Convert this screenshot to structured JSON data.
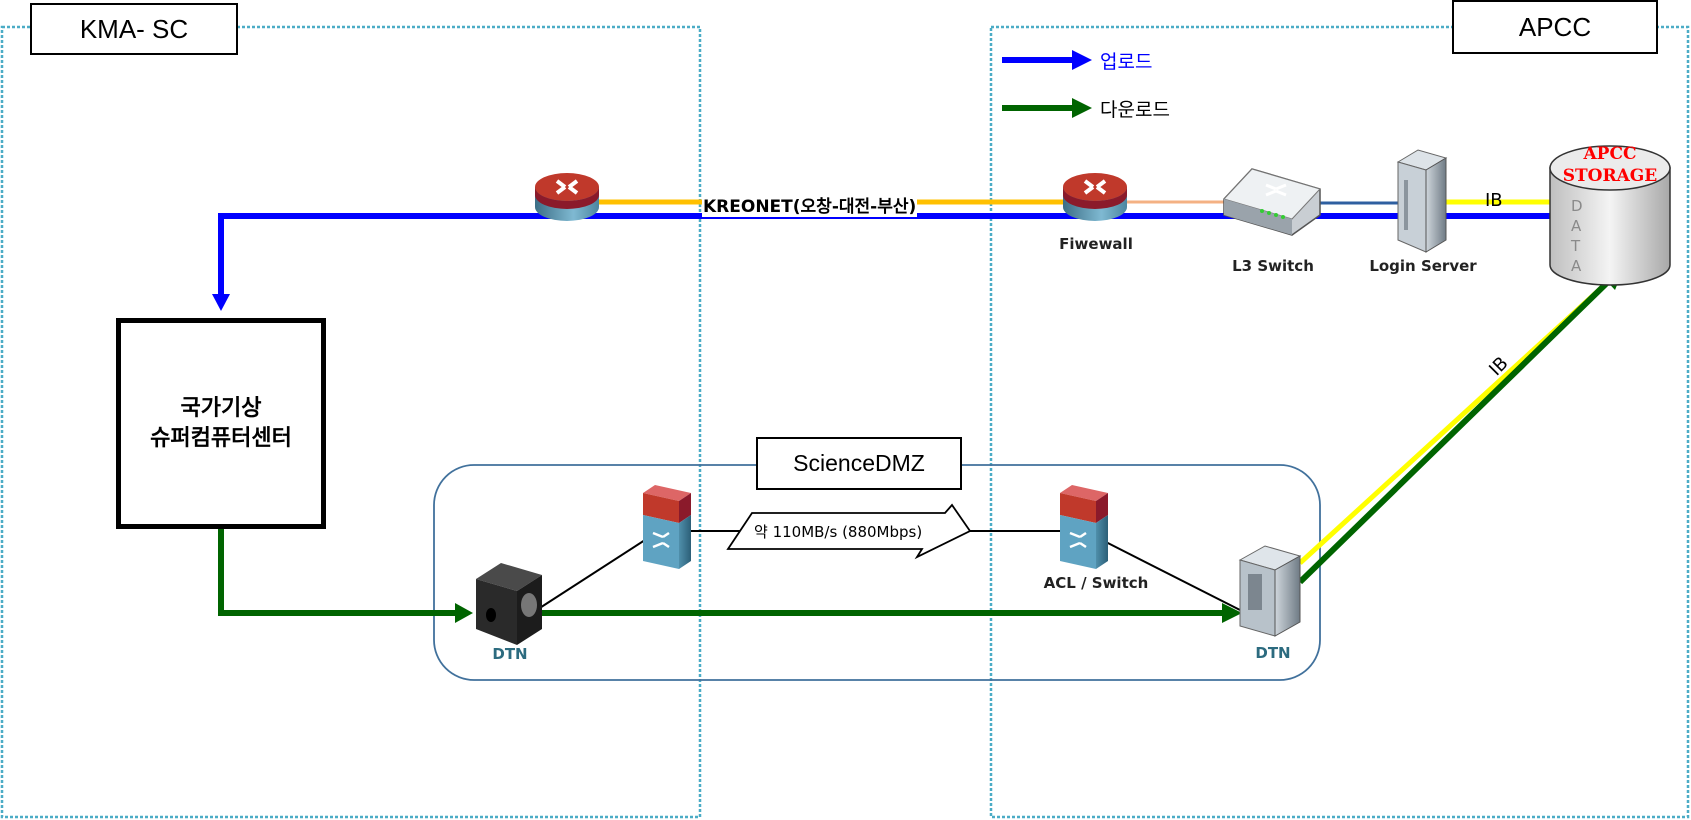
{
  "regions": {
    "left": {
      "title": "KMA- SC"
    },
    "right": {
      "title": "APCC"
    }
  },
  "legend": [
    {
      "label": "업로드",
      "color": "#0000ff",
      "icon": "arrow-right-icon"
    },
    {
      "label": "다운로드",
      "color": "#006400",
      "icon": "arrow-right-icon"
    }
  ],
  "center": {
    "line1": "국가기상",
    "line2": "슈퍼컴퓨터센터"
  },
  "network": {
    "kreonet_label": "KREONET(오창-대전-부산)",
    "ib_label_top": "IB",
    "ib_label_diag": "IB"
  },
  "devices": {
    "edge_router": {
      "icon": "router-icon"
    },
    "firewall": {
      "label": "Fiwewall",
      "icon": "router-firewall-icon"
    },
    "l3_switch": {
      "label": "L3 Switch",
      "icon": "switch-icon"
    },
    "login_server": {
      "label": "Login Server",
      "icon": "server-icon"
    },
    "storage": {
      "title_line1": "APCC",
      "title_line2": "STORAGE",
      "side_text": "DATA",
      "icon": "storage-cylinder-icon"
    },
    "dtn_left": {
      "label": "DTN",
      "icon": "dtn-box-icon"
    },
    "fw_switch_left": {
      "icon": "firewall-switch-icon"
    },
    "acl_switch": {
      "label": "ACL / Switch",
      "icon": "firewall-switch-icon"
    },
    "dtn_right": {
      "label": "DTN",
      "icon": "tower-server-icon"
    }
  },
  "science_dmz": {
    "title": "ScienceDMZ",
    "speed_label": "약 110MB/s (880Mbps)"
  },
  "colors": {
    "upload": "#0000ff",
    "download": "#006400",
    "kreonet": "#ffc000",
    "ib": "#ffff00",
    "region_border": "#4bacc6",
    "dmz_border": "#41719c",
    "storage_title": "#ff0000"
  }
}
